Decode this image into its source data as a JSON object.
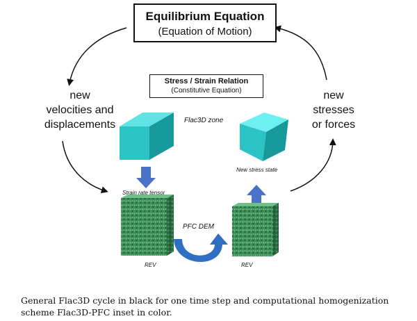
{
  "equilibrium": {
    "title": "Equilibrium Equation",
    "subtitle": "(Equation of Motion)"
  },
  "stress_strain": {
    "title": "Stress / Strain Relation",
    "subtitle": "(Constitutive Equation)"
  },
  "left_label": [
    "new",
    "velocities and",
    "displacements"
  ],
  "right_label": [
    "new",
    "stresses",
    "or forces"
  ],
  "flac3d_zone_label": "Flac3D zone",
  "strain_rate_label": "Strain rate tensor",
  "new_stress_label": "New stress state",
  "pfc_label": "PFC DEM",
  "rev_left_label": "REV",
  "rev_right_label": "REV",
  "caption": "General Flac3D cycle in black for one time step and computational homogenization scheme Flac3D-PFC inset in color.",
  "colors": {
    "cube_top": "#5fe3e3",
    "cube_left": "#2cc3c5",
    "cube_right": "#17999c",
    "arrow_blue": "#4a72c6",
    "granular": "#3b8a55",
    "black": "#111111"
  }
}
